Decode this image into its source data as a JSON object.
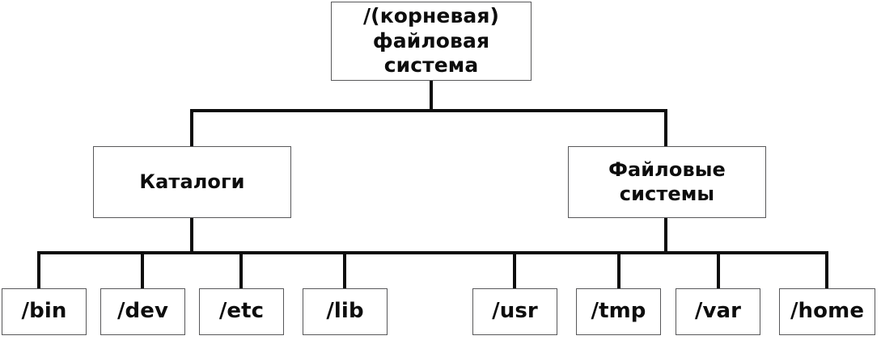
{
  "diagram": {
    "title": "Linux filesystem hierarchy tree",
    "type": "tree",
    "colors": {
      "box_border": "#58585a",
      "connector": "#0d0d0d",
      "text": "#0d0d0d",
      "background": "#ffffff"
    },
    "root": {
      "id": "root",
      "label": "/(корневая)\nфайловая система",
      "line1": "/(корневая)",
      "line2": "файловая система"
    },
    "level2": [
      {
        "id": "directories",
        "label": "Каталоги"
      },
      {
        "id": "filesystems",
        "label": "Файловые\nсистемы"
      }
    ],
    "level3": [
      {
        "id": "bin",
        "label": "/bin"
      },
      {
        "id": "dev",
        "label": "/dev"
      },
      {
        "id": "etc",
        "label": "/etc"
      },
      {
        "id": "lib",
        "label": "/lib"
      },
      {
        "id": "usr",
        "label": "/usr"
      },
      {
        "id": "tmp",
        "label": "/tmp"
      },
      {
        "id": "var",
        "label": "/var"
      },
      {
        "id": "home",
        "label": "/home"
      }
    ]
  }
}
